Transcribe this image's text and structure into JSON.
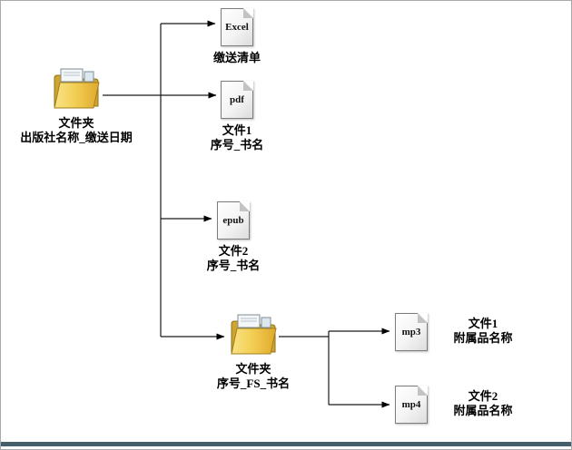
{
  "nodes": {
    "root_folder": {
      "caption1": "文件夹",
      "caption2": "出版社名称_缴送日期"
    },
    "excel": {
      "icon_text": "Excel",
      "caption1": "缴送清单"
    },
    "pdf": {
      "icon_text": "pdf",
      "caption1": "文件1",
      "caption2": "序号_书名"
    },
    "epub": {
      "icon_text": "epub",
      "caption1": "文件2",
      "caption2": "序号_书名"
    },
    "sub_folder": {
      "caption1": "文件夹",
      "caption2": "序号_FS_书名"
    },
    "mp3": {
      "icon_text": "mp3",
      "caption1": "文件1",
      "caption2": "附属品名称"
    },
    "mp4": {
      "icon_text": "mp4",
      "caption1": "文件2",
      "caption2": "附属品名称"
    }
  },
  "colors": {
    "line": "#1a1a1a",
    "folder_light": "#f7dc6f",
    "folder_dark": "#e2ac2c",
    "bottom_edge": "#45606a"
  }
}
